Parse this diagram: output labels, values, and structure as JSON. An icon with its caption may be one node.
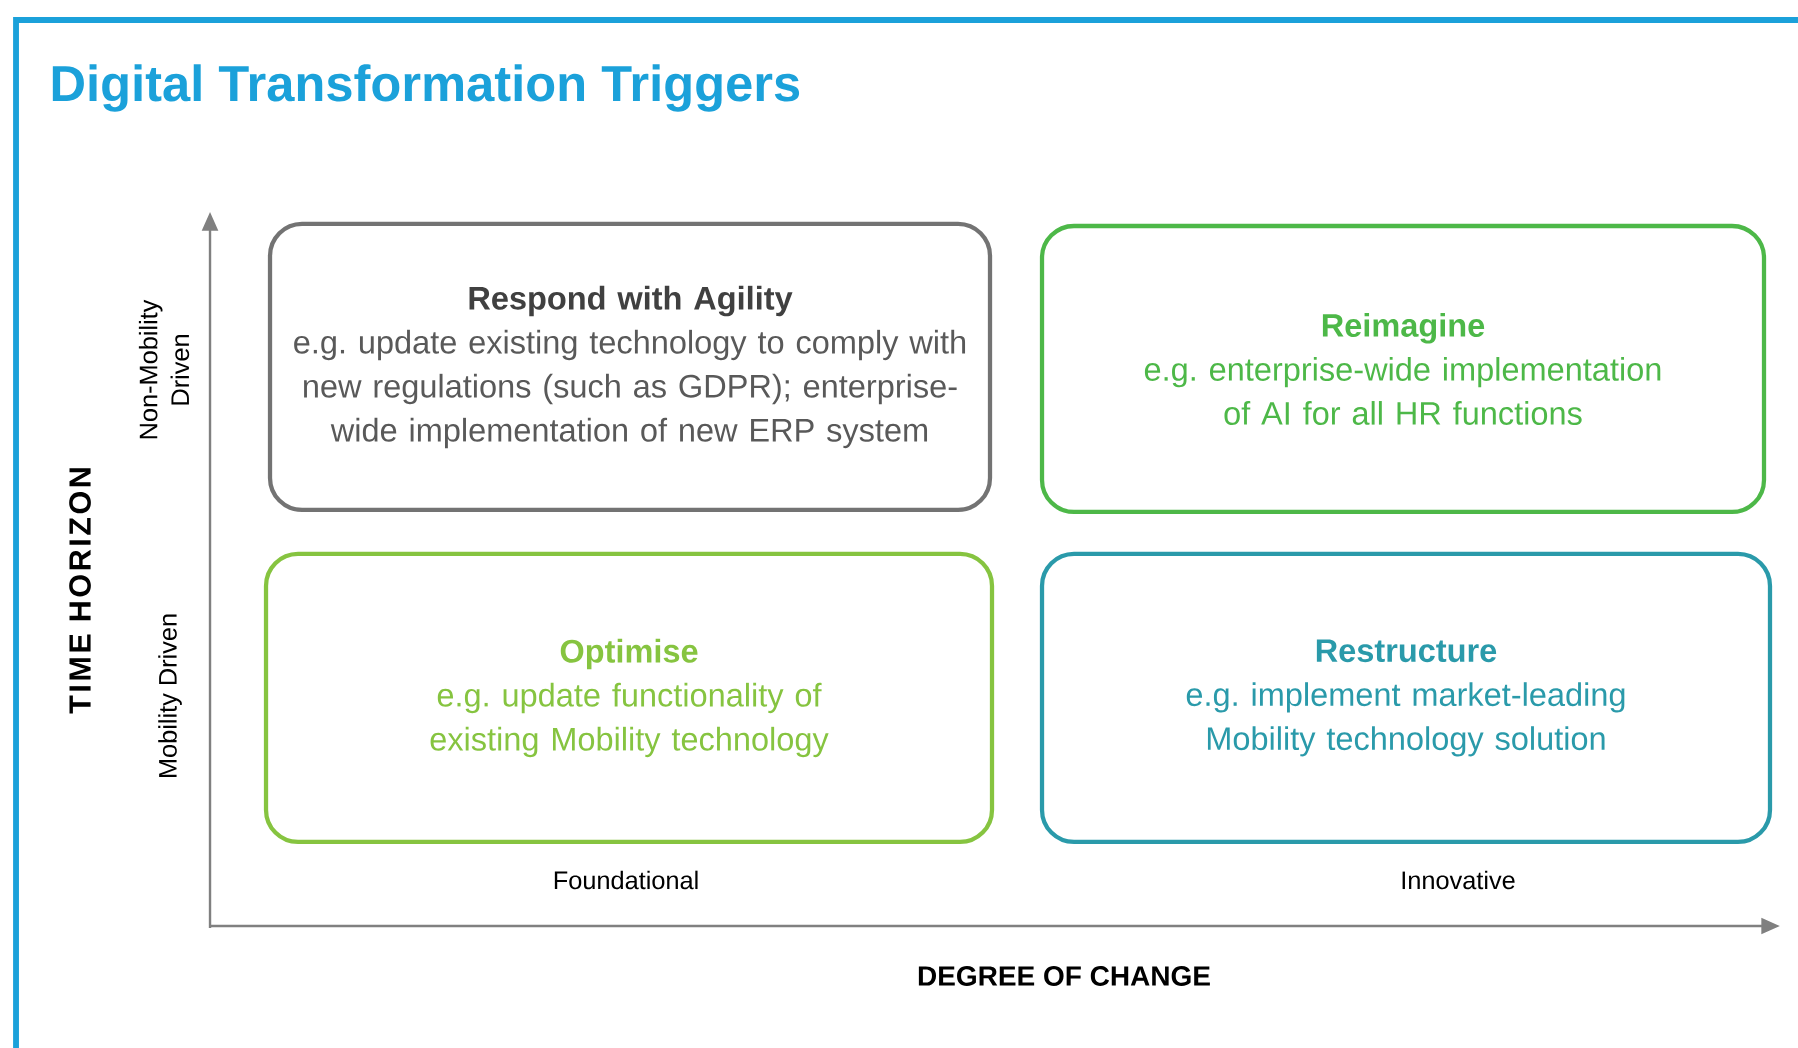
{
  "diagram": {
    "title": "Digital Transformation Triggers",
    "nodes": [
      {
        "text": [
          "Respond with Agility",
          "e.g. update existing technology to comply with new regulations (such as GDPR); enterprise-wide implementation of new ERP system"
        ]
      },
      {
        "text": [
          "Reimagine",
          "e.g. enterprise-wide implementation of AI for all HR functions"
        ]
      },
      {
        "text": [
          "Optimise",
          "e.g. update functionality of existing Mobility technology"
        ]
      },
      {
        "text": [
          "Restructure",
          "e.g. implement market-leading Mobility technology solution"
        ]
      }
    ],
    "labels": [
      "TIME HORIZON",
      "Non-Mobility Driven",
      "Mobility Driven",
      "Foundational",
      "Innovative",
      "DEGREE OF CHANGE"
    ]
  }
}
